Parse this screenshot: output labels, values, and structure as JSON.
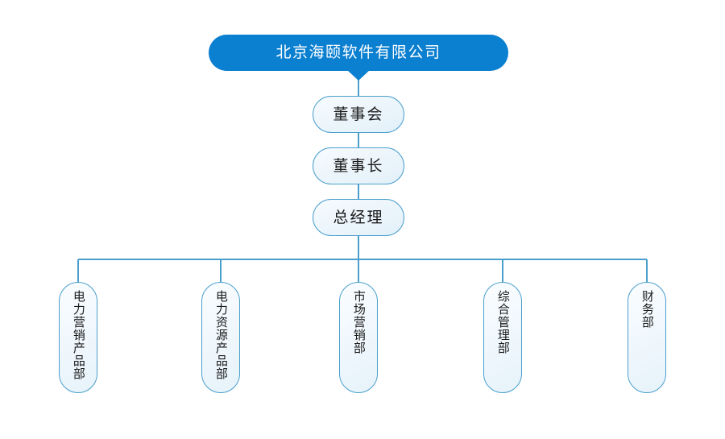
{
  "diagram": {
    "type": "organization-chart",
    "colors": {
      "root_fill": "#0b7fd0",
      "root_text": "#ffffff",
      "node_border": "#4a9fcc",
      "node_fill": "#eef7fc",
      "connector": "#4a9fcc",
      "background": "#ffffff",
      "node_text": "#1a1a1a"
    },
    "root": {
      "label": "北京海颐软件有限公司"
    },
    "chain": [
      {
        "label": "董事会"
      },
      {
        "label": "董事长"
      },
      {
        "label": "总经理"
      }
    ],
    "departments": [
      {
        "label": "电力营销产品部"
      },
      {
        "label": "电力资源产品部"
      },
      {
        "label": "市场营销部"
      },
      {
        "label": "综合管理部"
      },
      {
        "label": "财务部"
      }
    ]
  }
}
